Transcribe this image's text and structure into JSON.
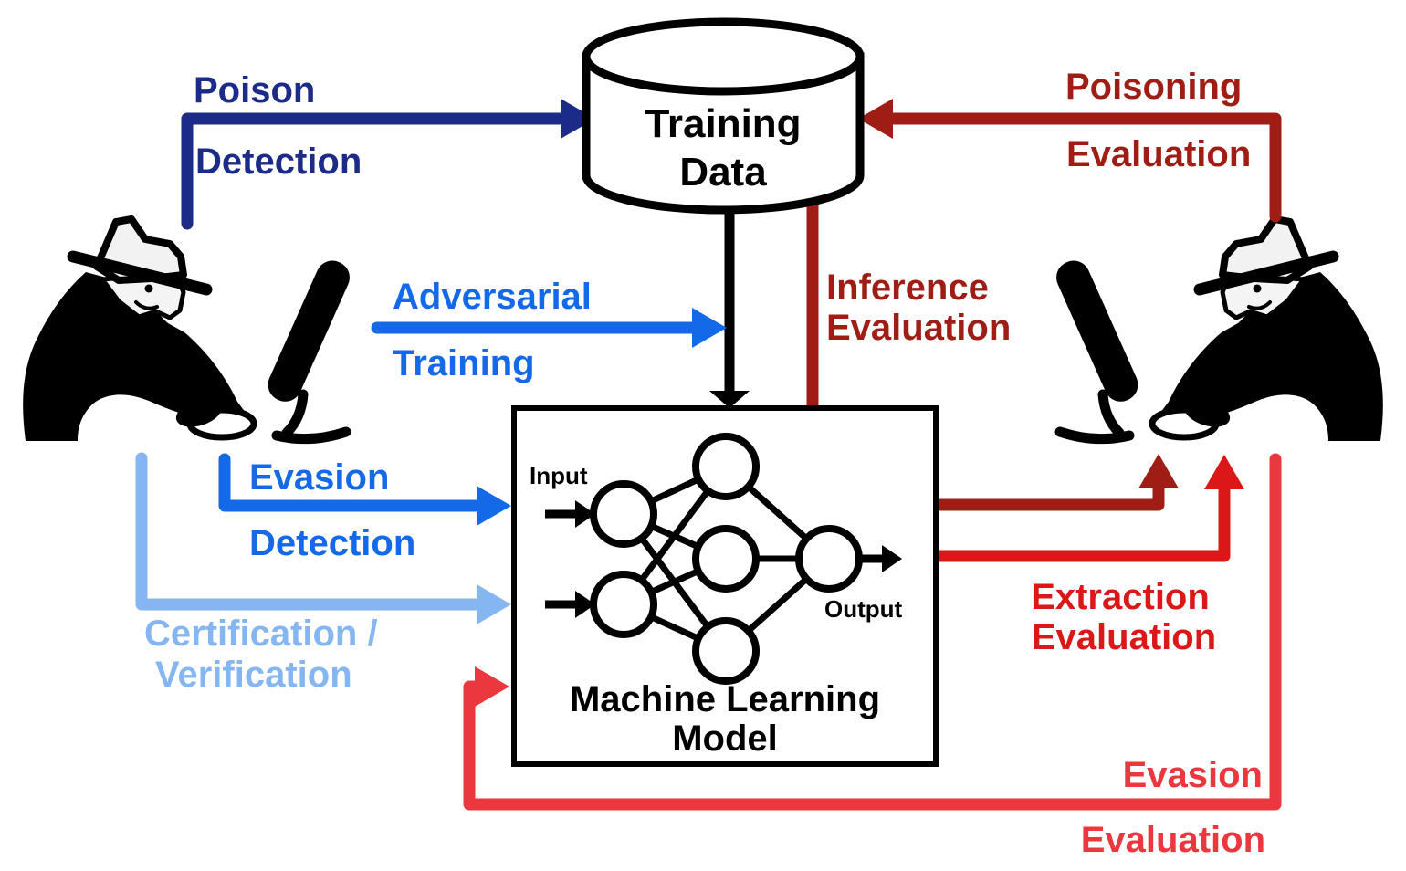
{
  "diagram": {
    "title_hint": "Adversarial machine learning attack and defense flow diagram",
    "colors": {
      "navy": "#1b2b87",
      "blue": "#1469e8",
      "light_blue": "#86b6f2",
      "dark_red": "#9f1d14",
      "red": "#dc1717",
      "light_red": "#ea383e",
      "ink": "#000000",
      "hat_fill": "#f2f2f2",
      "face_fill": "#f4f4f4"
    },
    "training_data": {
      "line1": "Training",
      "line2": "Data"
    },
    "model": {
      "title_line1": "Machine Learning",
      "title_line2": "Model",
      "input_label": "Input",
      "output_label": "Output"
    },
    "defenses": {
      "poison_detection": {
        "line1": "Poison",
        "line2": "Detection"
      },
      "adversarial_training": {
        "line1": "Adversarial",
        "line2": "Training"
      },
      "evasion_detection": {
        "line1": "Evasion",
        "line2": "Detection"
      },
      "certification": {
        "line1": "Certification /",
        "line2": "Verification"
      }
    },
    "attacks": {
      "poisoning_evaluation": {
        "line1": "Poisoning",
        "line2": "Evaluation"
      },
      "inference_evaluation": {
        "line1": "Inference",
        "line2": "Evaluation"
      },
      "extraction_evaluation": {
        "line1": "Extraction",
        "line2": "Evaluation"
      },
      "evasion_evaluation": {
        "line1": "Evasion",
        "line2": "Evaluation"
      }
    }
  }
}
